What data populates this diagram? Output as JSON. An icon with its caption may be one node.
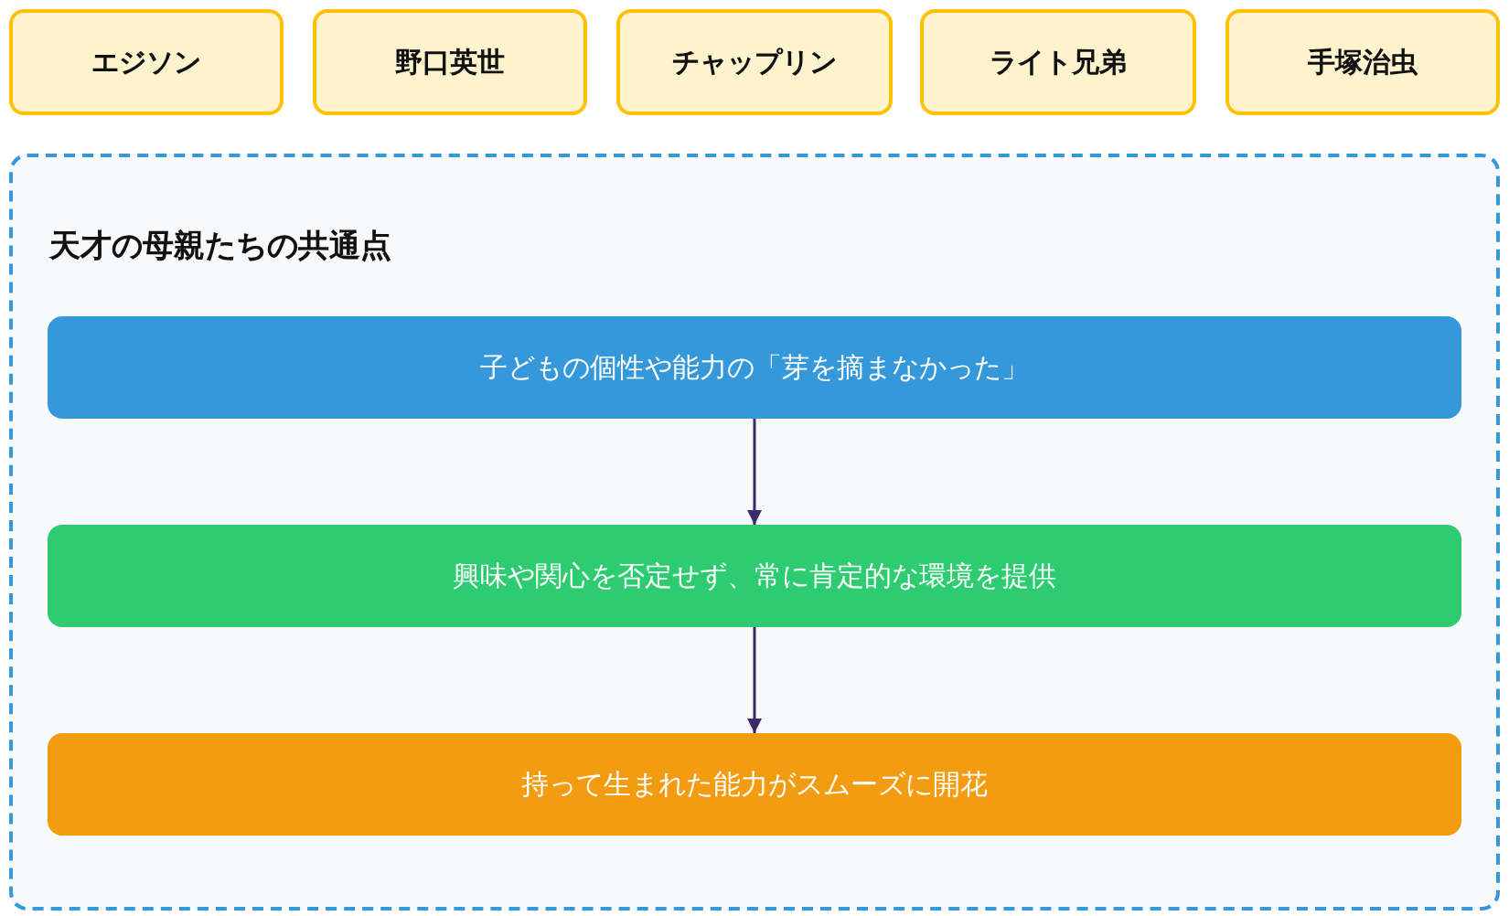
{
  "diagram": {
    "nodes": [
      {
        "text": [
          "エジソン"
        ]
      },
      {
        "text": [
          "野口英世"
        ]
      },
      {
        "text": [
          "チャップリン"
        ]
      },
      {
        "text": [
          "ライト兄弟"
        ]
      },
      {
        "text": [
          "手塚治虫"
        ]
      },
      {
        "text": [
          "天才の母親たちの共通点"
        ]
      },
      {
        "text": [
          "子どもの個性や能力の「芽を摘まなかった」"
        ],
        "in": 5
      },
      {
        "text": [
          "興味や関心を否定せず、常に肯定的な環境を提供"
        ],
        "in": 5
      },
      {
        "text": [
          "持って生まれた能力がスムーズに開花"
        ],
        "in": 5
      }
    ],
    "edges": [
      {
        "from": 6,
        "to": 7,
        "arrow": "to"
      },
      {
        "from": 7,
        "to": 8,
        "arrow": "to"
      }
    ]
  }
}
